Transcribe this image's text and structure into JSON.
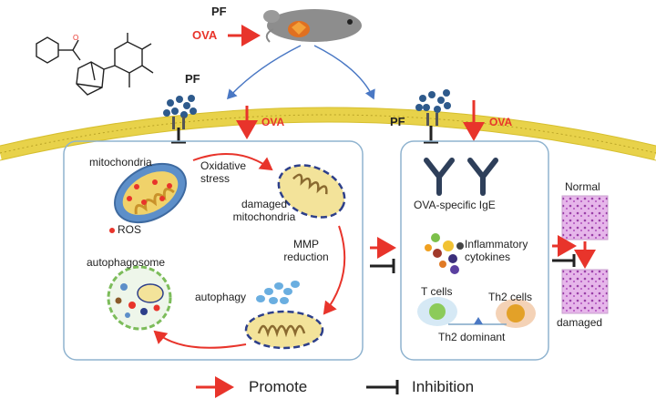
{
  "top": {
    "pf": "PF",
    "ova": "OVA"
  },
  "membrane_left": {
    "pf": "PF",
    "ova": "OVA"
  },
  "membrane_right": {
    "pf": "PF",
    "ova": "OVA"
  },
  "left_panel": {
    "mitochondria": "mitochondria",
    "oxidative_stress": "Oxidative\nstress",
    "damaged_mitochondria": "damaged\nmitochondria",
    "ros": "ROS",
    "mmp_reduction": "MMP\nreduction",
    "autophagosome": "autophagosome",
    "autophagy": "autophagy"
  },
  "right_panel": {
    "ige": "OVA-specific IgE",
    "cytokines": "Inflammatory\ncytokines",
    "t_cells": "T cells",
    "th2_cells": "Th2 cells",
    "th2_dominant": "Th2 dominant"
  },
  "histology": {
    "normal": "Normal",
    "damaged": "damaged"
  },
  "legend": {
    "promote": "Promote",
    "inhibition": "Inhibition"
  },
  "colors": {
    "promote": "#e8342b",
    "inhibit": "#222222",
    "membrane": "#e8d24a",
    "panel_border": "#8fb3cf",
    "receptor": "#2e5a8c",
    "tissue": "#c277c9"
  }
}
